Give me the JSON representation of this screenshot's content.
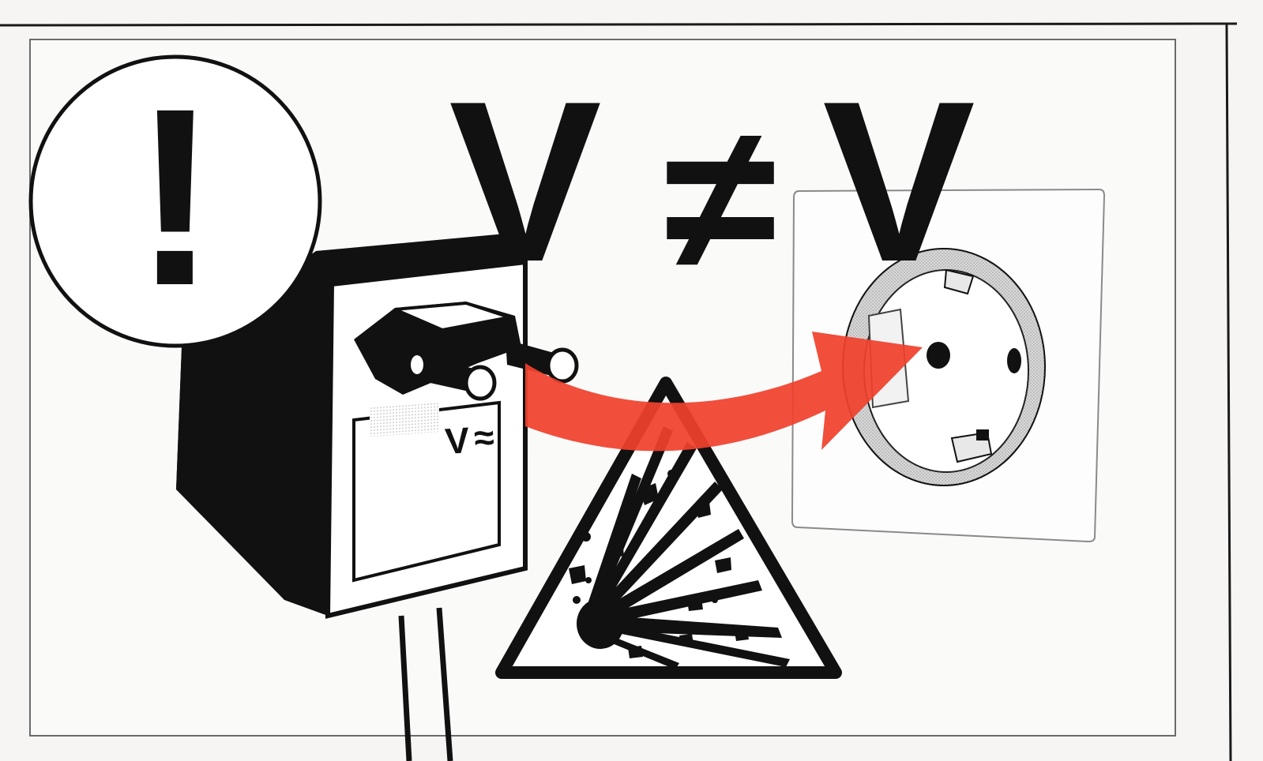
{
  "symbols": {
    "exclamation": "!",
    "voltage_left": "V",
    "not_equal": "≠",
    "voltage_right": "V",
    "label_voltage": "V",
    "label_ac": "≈"
  },
  "colors": {
    "ink": "#111111",
    "paper": "#f6f5f3",
    "warning_arrow": "#f0412d",
    "socket_ring": "#b5b5b5"
  },
  "icons": {
    "attention": "exclamation-circle-icon",
    "hazard": "explosion-warning-triangle-icon",
    "arrow": "curved-arrow-icon",
    "socket": "wall-socket-icon",
    "device": "power-adapter-icon"
  }
}
